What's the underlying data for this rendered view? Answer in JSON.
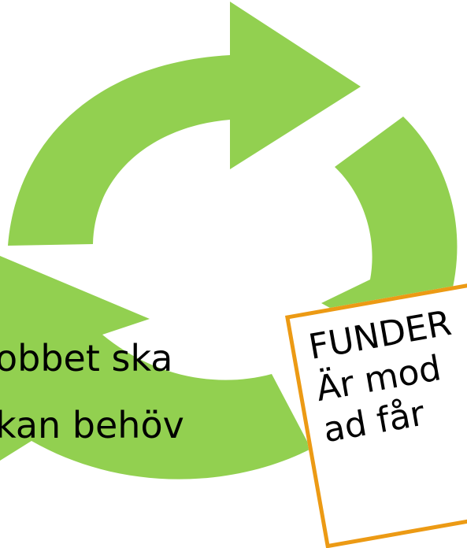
{
  "diagram": {
    "arrow_color": "#92d050",
    "body_lines": [
      "obbet ska",
      "kan behöv"
    ],
    "note": {
      "border_color": "#ec9a14",
      "lines": [
        "FUNDER",
        "Är mod",
        "ad får"
      ]
    }
  }
}
